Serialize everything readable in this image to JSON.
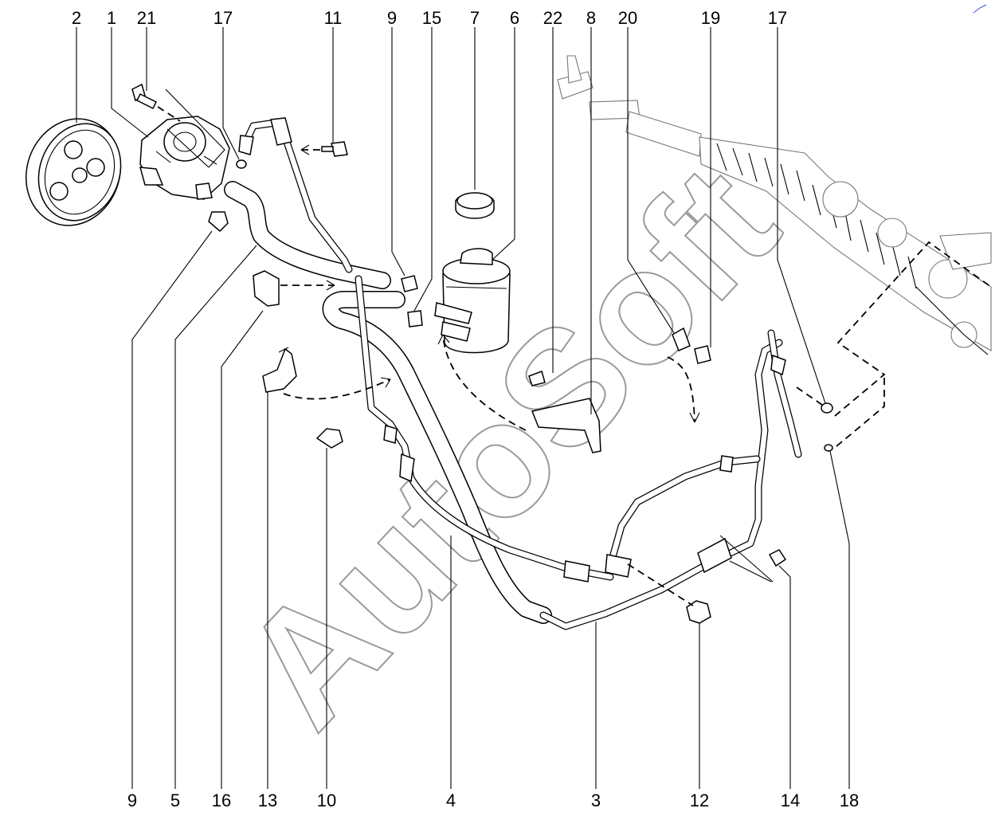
{
  "labels": {
    "top": [
      "2",
      "1",
      "21",
      "17",
      "11",
      "9",
      "15",
      "7",
      "6",
      "22",
      "8",
      "20",
      "19",
      "17"
    ],
    "bottom": [
      "9",
      "5",
      "16",
      "13",
      "10",
      "4",
      "3",
      "12",
      "14",
      "18"
    ]
  },
  "watermark": "AutoSoft"
}
